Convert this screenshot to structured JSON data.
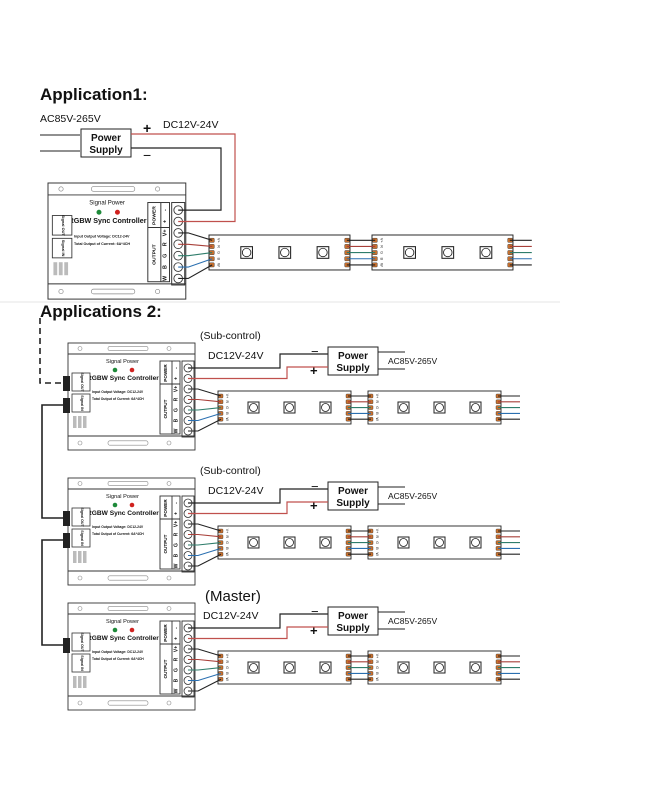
{
  "application1": {
    "title": "Application1:",
    "ac_label": "AC85V-265V",
    "dc_label": "DC12V-24V",
    "plus": "+",
    "minus": "−",
    "power_supply": [
      "Power",
      "Supply"
    ]
  },
  "application2": {
    "title": "Applications 2:",
    "groups": [
      {
        "role": "(Sub-control)",
        "dc_label": "DC12V-24V",
        "ac_label": "AC85V-265V",
        "power_supply": [
          "Power",
          "Supply"
        ],
        "plus": "+",
        "minus": "−"
      },
      {
        "role": "(Sub-control)",
        "dc_label": "DC12V-24V",
        "ac_label": "AC85V-265V",
        "power_supply": [
          "Power",
          "Supply"
        ],
        "plus": "+",
        "minus": "−"
      },
      {
        "role": "(Master)",
        "dc_label": "DC12V-24V",
        "ac_label": "AC85V-265V",
        "power_supply": [
          "Power",
          "Supply"
        ],
        "plus": "+",
        "minus": "−"
      }
    ]
  },
  "controller": {
    "indicator_label": "Signal Power",
    "name": "RGBW Sync Controller",
    "spec_line1": "Input Output Voltage: DC12-24V",
    "spec_line2": "Total Output of Current: 6A*4CH",
    "power_group": "POWER",
    "output_group": "OUTPUT",
    "terminals": [
      "-",
      "+",
      "V+",
      "R",
      "G",
      "B",
      "W"
    ],
    "signal_out": "Signal OUT",
    "signal_in": "Signal IN",
    "led_colors": {
      "signal": "#1e8a3a",
      "power": "#d0221f"
    }
  },
  "strip": {
    "pads": [
      "V+",
      "R",
      "G",
      "B",
      "W"
    ]
  },
  "wire_colors": {
    "V+": "#222222",
    "R": "#a8403a",
    "G": "#2f7d6b",
    "B": "#2a6fb0",
    "W": "#222222",
    "positive": "#c0504d",
    "negative": "#222222",
    "pad": "#c8702e"
  }
}
